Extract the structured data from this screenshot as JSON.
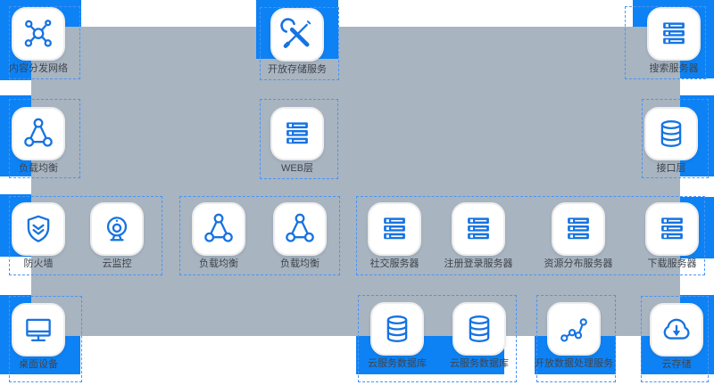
{
  "diagram_title": "",
  "palette": {
    "edge_block_blue": "#0d82f4",
    "panel_gray": "#a8b4c0",
    "icon_blue": "#1673e2",
    "dashed_outline_blue": "#4a94f6",
    "label_color": "#3f444c",
    "card_background": "#ffffff"
  },
  "nodes": [
    {
      "id": "cdn",
      "label": "内容分发网络",
      "icon": "network-icon"
    },
    {
      "id": "oss",
      "label": "开放存储服务",
      "icon": "tools-icon"
    },
    {
      "id": "search",
      "label": "搜索服务器",
      "icon": "server-icon"
    },
    {
      "id": "slb-edge",
      "label": "负载均衡",
      "icon": "load-balancer-icon"
    },
    {
      "id": "web",
      "label": "WEB层",
      "icon": "server-icon"
    },
    {
      "id": "api",
      "label": "接口层",
      "icon": "database-icon"
    },
    {
      "id": "firewall",
      "label": "防火墙",
      "icon": "shield-icon"
    },
    {
      "id": "cloudwatch",
      "label": "云监控",
      "icon": "camera-icon"
    },
    {
      "id": "slb-1",
      "label": "负载均衡",
      "icon": "load-balancer-icon"
    },
    {
      "id": "slb-2",
      "label": "负载均衡",
      "icon": "load-balancer-icon"
    },
    {
      "id": "social",
      "label": "社交服务器",
      "icon": "server-icon"
    },
    {
      "id": "register",
      "label": "注册登录服务器",
      "icon": "server-icon"
    },
    {
      "id": "resource",
      "label": "资源分布服务器",
      "icon": "server-icon"
    },
    {
      "id": "download",
      "label": "下载服务器",
      "icon": "server-icon"
    },
    {
      "id": "desktop",
      "label": "桌面设备",
      "icon": "monitor-icon"
    },
    {
      "id": "clouddb-1",
      "label": "云服务数据库",
      "icon": "database-icon"
    },
    {
      "id": "clouddb-2",
      "label": "云服务数据库",
      "icon": "database-icon"
    },
    {
      "id": "odps",
      "label": "开放数据处理服务",
      "icon": "scatter-icon"
    },
    {
      "id": "storage",
      "label": "云存储",
      "icon": "cloud-download-icon"
    }
  ]
}
